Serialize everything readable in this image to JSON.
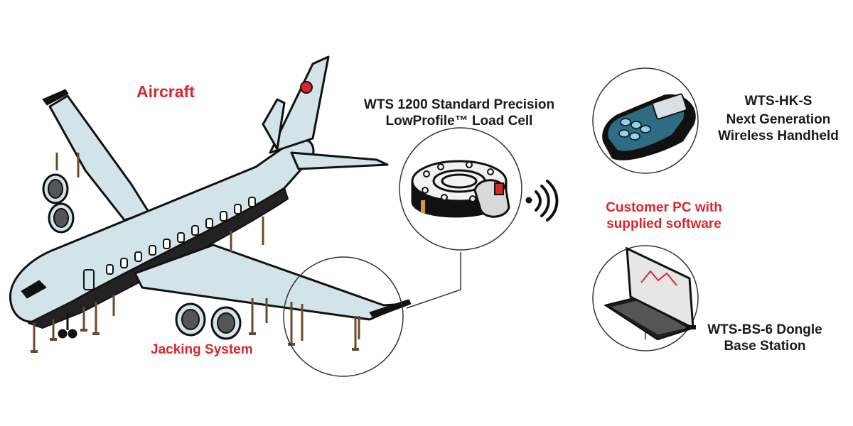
{
  "labels": {
    "aircraft": "Aircraft",
    "jacking_system": "Jacking System",
    "load_cell": {
      "line1": "WTS 1200 Standard Precision",
      "line2": "LowProfile™ Load Cell"
    },
    "handheld": {
      "line1": "WTS-HK-S",
      "line2": "Next Generation",
      "line3": "Wireless Handheld"
    },
    "customer_pc": {
      "line1": "Customer PC with",
      "line2": "supplied software"
    },
    "base_station": {
      "line1": "WTS-BS-6 Dongle",
      "line2": "Base Station"
    }
  },
  "colors": {
    "accent_red": "#d9262c",
    "text_dark": "#1a1a1a",
    "aircraft_body": "#d3e3ea",
    "outline": "#111111",
    "handheld_body": "#2d6c83",
    "handheld_buttons": "#8fd3e6"
  }
}
